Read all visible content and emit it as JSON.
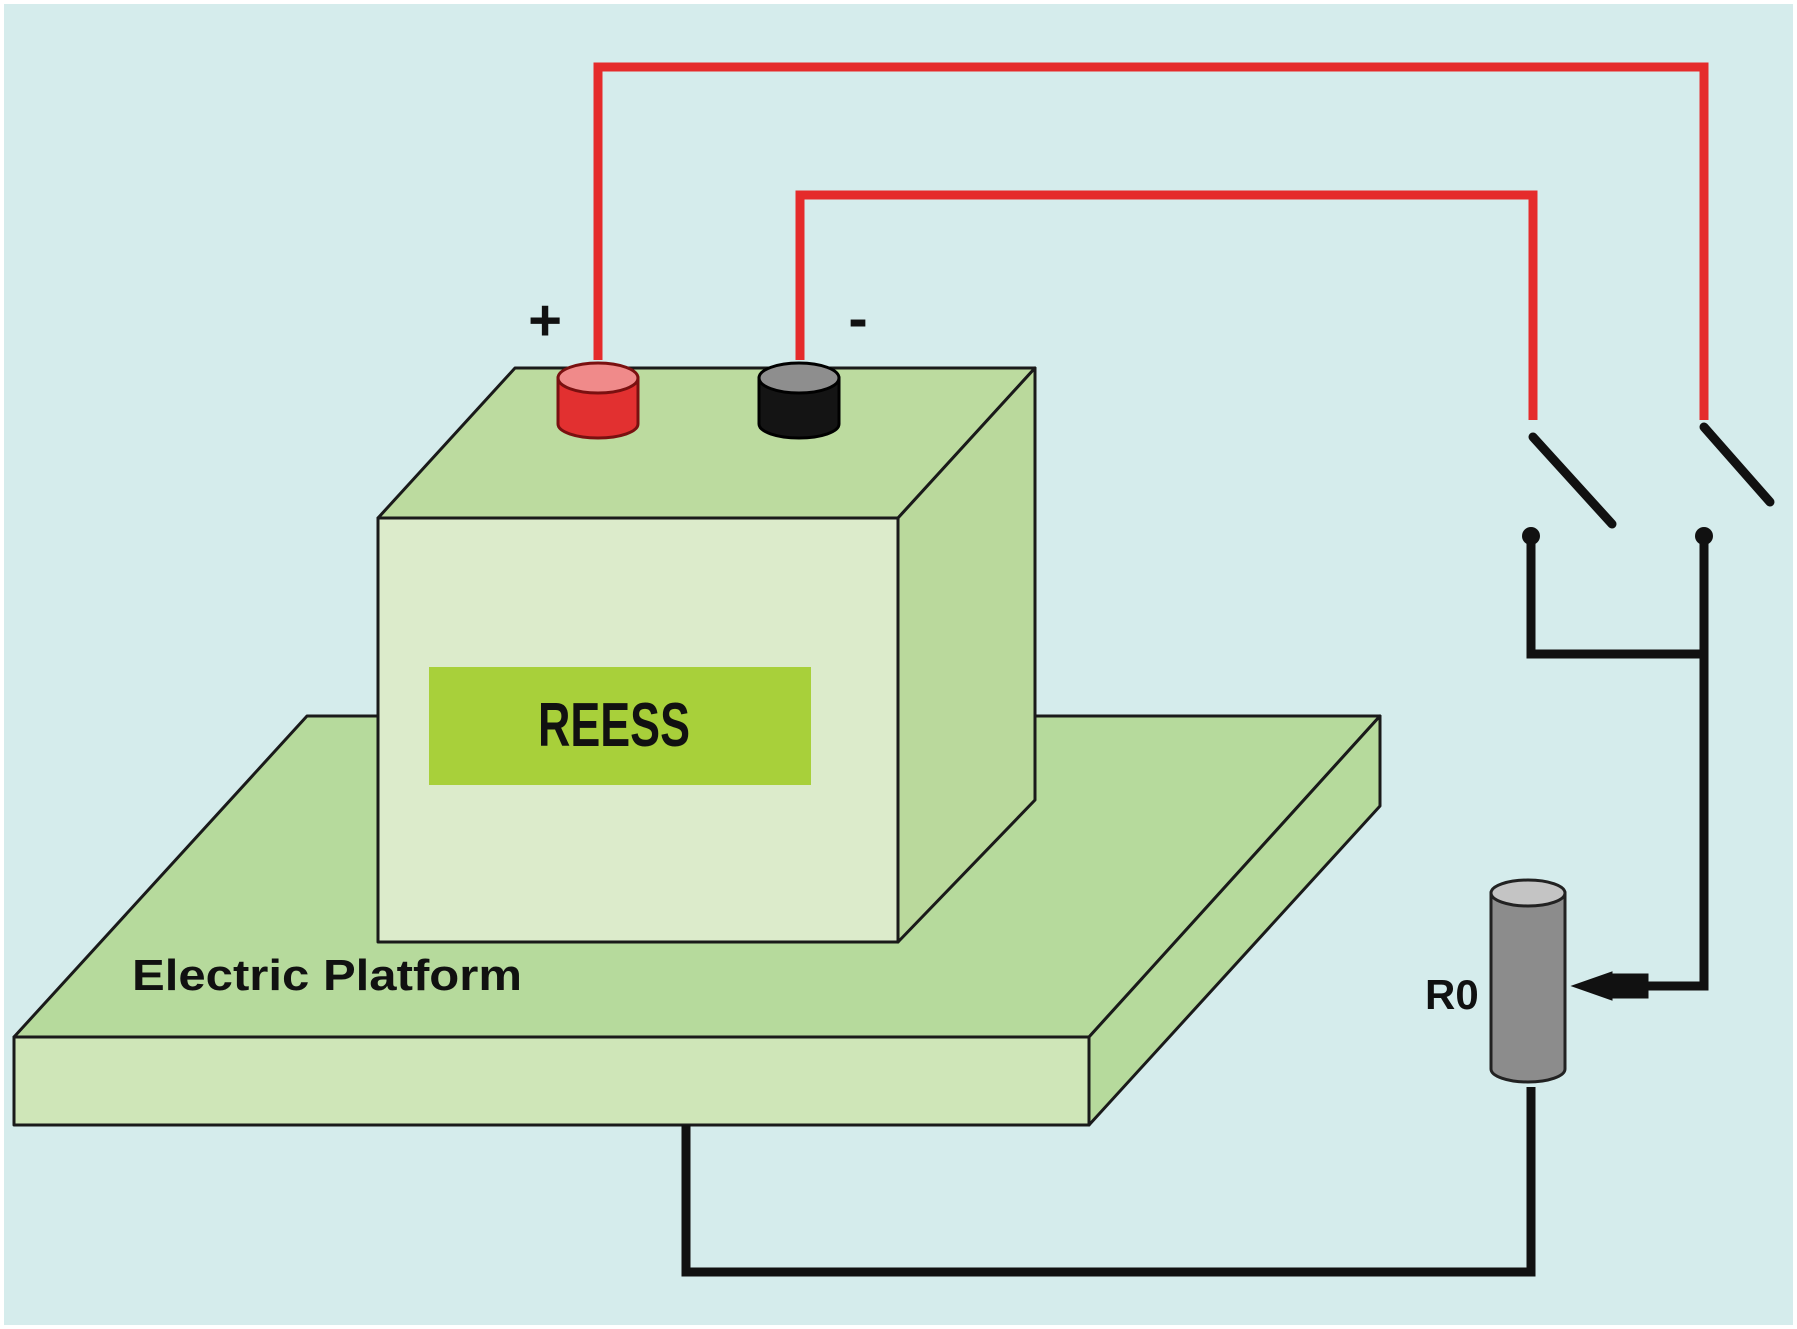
{
  "labels": {
    "positive_terminal": "+",
    "negative_terminal": "-",
    "battery": "REESS",
    "platform": "Electric Platform",
    "resistor": "R0"
  },
  "colors": {
    "background": "#d5ecec",
    "platform_top": "#b6da9c",
    "platform_front": "#cfe6b8",
    "battery_front": "#dcebcb",
    "battery_top": "#bcdb9f",
    "battery_side": "#bad99c",
    "label_panel": "#a8d03a",
    "wire_red": "#e52b2b",
    "wire_black": "#111111",
    "plus_sign": "#e8195a",
    "resistor": "#8c8c8c"
  }
}
